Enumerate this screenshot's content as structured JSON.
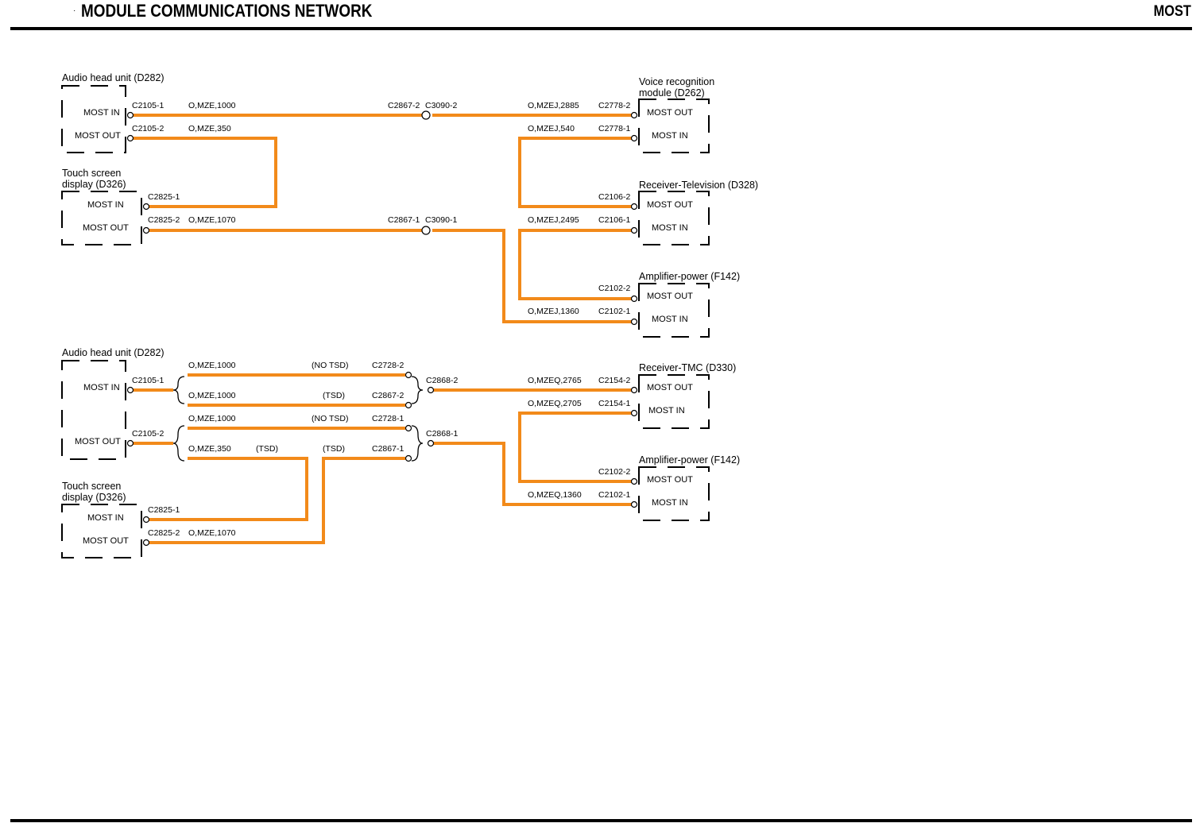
{
  "header": {
    "title": "MODULE COMMUNICATIONS NETWORK",
    "section": "MOST"
  },
  "colors": {
    "wire": "#f28a1a",
    "text": "#000000",
    "rule": "#000000"
  },
  "diagram_top": {
    "modules": {
      "audio_head_unit": "Audio head unit (D282)",
      "touch_screen_1": "Touch screen",
      "touch_screen_2": "display (D326)",
      "voice_1": "Voice recognition",
      "voice_2": "module (D262)",
      "receiver_tv": "Receiver-Television (D328)",
      "amplifier": "Amplifier-power (F142)"
    },
    "pins": {
      "ahu_most_in": "MOST IN",
      "ahu_most_out": "MOST OUT",
      "ts_most_in": "MOST IN",
      "ts_most_out": "MOST OUT",
      "vr_most_out": "MOST OUT",
      "vr_most_in": "MOST IN",
      "tv_most_out": "MOST OUT",
      "tv_most_in": "MOST IN",
      "amp_most_out": "MOST OUT",
      "amp_most_in": "MOST IN"
    },
    "connectors": {
      "c2105_1": "C2105-1",
      "c2105_2": "C2105-2",
      "c2825_1": "C2825-1",
      "c2825_2": "C2825-2",
      "c2867_2": "C2867-2",
      "c3090_2": "C3090-2",
      "c2867_1": "C2867-1",
      "c3090_1": "C3090-1",
      "c2778_2": "C2778-2",
      "c2778_1": "C2778-1",
      "c2106_2": "C2106-2",
      "c2106_1": "C2106-1",
      "c2102_2": "C2102-2",
      "c2102_1": "C2102-1"
    },
    "wires": {
      "w1": "O,MZE,1000",
      "w2": "O,MZE,350",
      "w3": "O,MZE,1070",
      "w4": "O,MZEJ,2885",
      "w5": "O,MZEJ,540",
      "w6": "O,MZEJ,2495",
      "w7": "O,MZEJ,1360"
    }
  },
  "diagram_bottom": {
    "modules": {
      "audio_head_unit": "Audio head unit (D282)",
      "touch_screen_1": "Touch screen",
      "touch_screen_2": "display (D326)",
      "receiver_tmc": "Receiver-TMC (D330)",
      "amplifier": "Amplifier-power (F142)"
    },
    "pins": {
      "ahu_most_in": "MOST IN",
      "ahu_most_out": "MOST OUT",
      "ts_most_in": "MOST IN",
      "ts_most_out": "MOST OUT",
      "tmc_most_out": "MOST OUT",
      "tmc_most_in": "MOST IN",
      "amp_most_out": "MOST OUT",
      "amp_most_in": "MOST IN"
    },
    "connectors": {
      "c2105_1": "C2105-1",
      "c2105_2": "C2105-2",
      "c2825_1": "C2825-1",
      "c2825_2": "C2825-2",
      "c2728_2": "C2728-2",
      "c2867_2": "C2867-2",
      "c2728_1": "C2728-1",
      "c2867_1": "C2867-1",
      "c2868_2": "C2868-2",
      "c2868_1": "C2868-1",
      "c2154_2": "C2154-2",
      "c2154_1": "C2154-1",
      "c2102_2": "C2102-2",
      "c2102_1": "C2102-1"
    },
    "wires": {
      "w1": "O,MZE,1000",
      "w2": "O,MZE,1000",
      "w3": "O,MZE,1000",
      "w4": "O,MZE,350",
      "w5": "O,MZE,1070",
      "w6": "O,MZEQ,2765",
      "w7": "O,MZEQ,2705",
      "w8": "O,MZEQ,1360"
    },
    "options": {
      "no_tsd_a": "(NO TSD)",
      "tsd_a": "(TSD)",
      "no_tsd_b": "(NO TSD)",
      "tsd_b": "(TSD)",
      "tsd_c": "(TSD)"
    }
  }
}
